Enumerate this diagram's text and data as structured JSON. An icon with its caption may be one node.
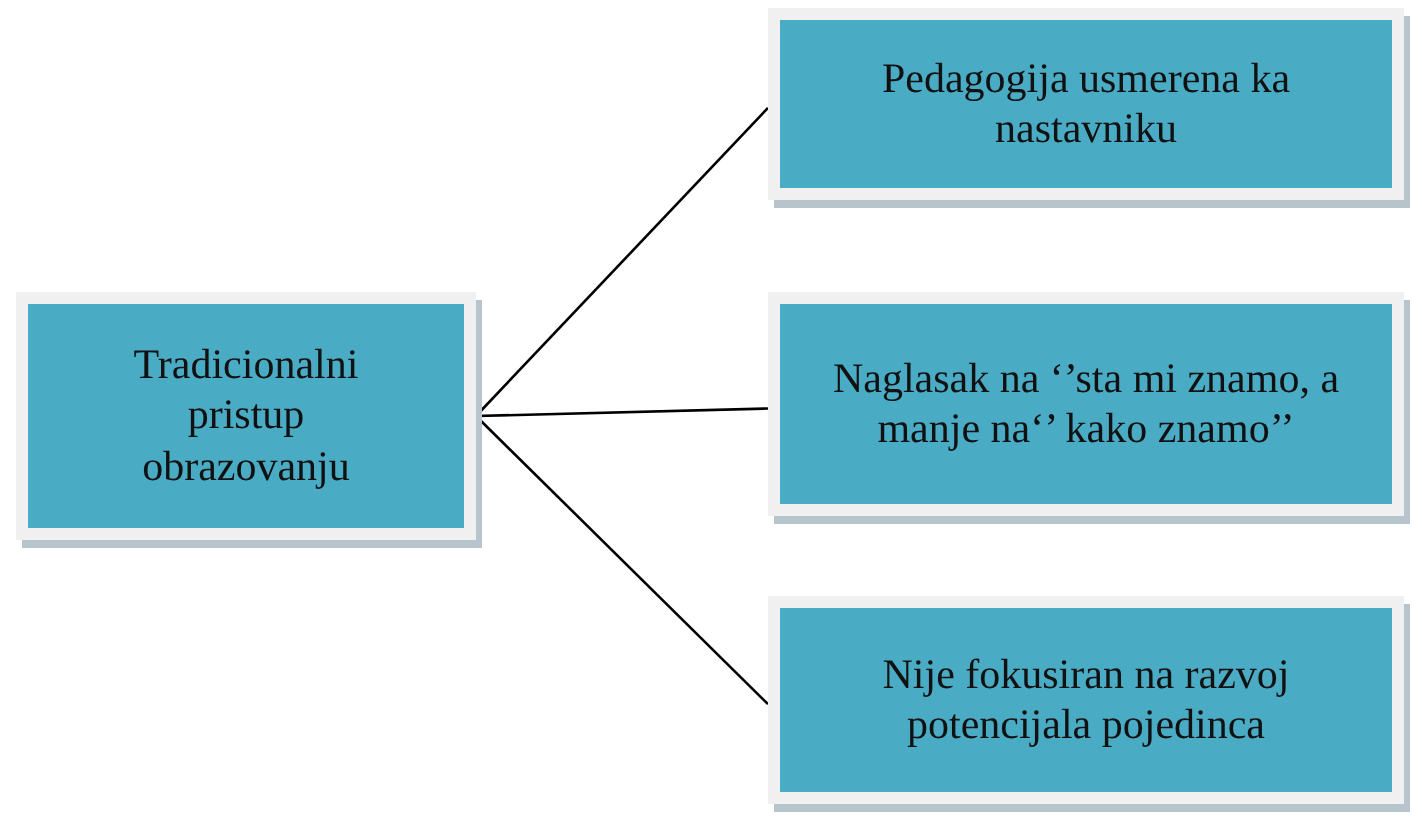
{
  "diagram": {
    "nodes": [
      {
        "text": [
          "Tradicionalni pristup obrazovanju"
        ]
      },
      {
        "text": [
          "Pedagogija usmerena ka nastavniku"
        ]
      },
      {
        "text": [
          "Naglasak na ‘’sta mi znamo, a manje na‘’ kako znamo’’"
        ]
      },
      {
        "text": [
          "Nije fokusiran na razvoj potencijala pojedinca"
        ]
      }
    ],
    "edges": [
      {
        "from": 0,
        "to": 1,
        "arrow": "none"
      },
      {
        "from": 0,
        "to": 2,
        "arrow": "none"
      },
      {
        "from": 0,
        "to": 3,
        "arrow": "none"
      }
    ]
  }
}
